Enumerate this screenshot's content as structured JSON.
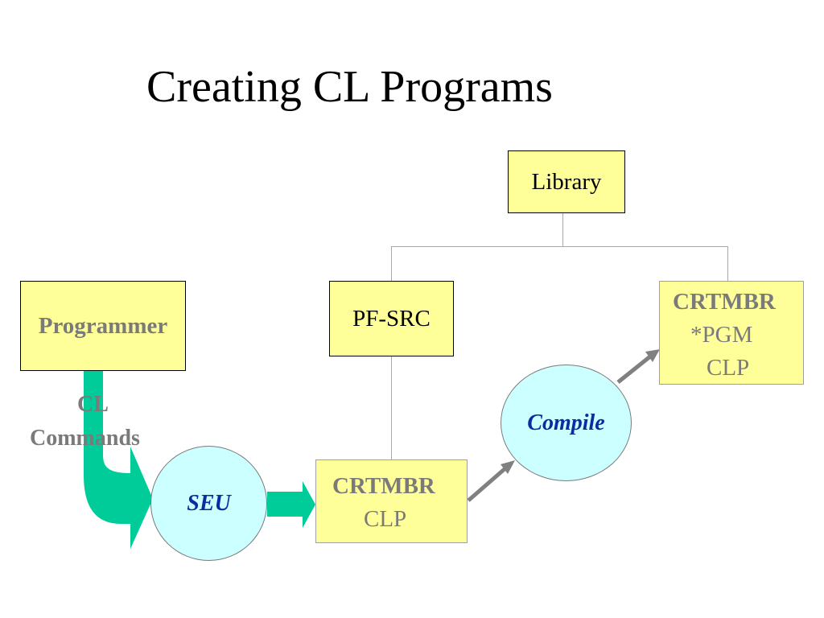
{
  "title": "Creating CL Programs",
  "nodes": {
    "library": "Library",
    "programmer": "Programmer",
    "pf_src": "PF-SRC",
    "seu": "SEU",
    "compile": "Compile",
    "crtmbr_src": {
      "line1": "CRTMBR",
      "line2": "CLP"
    },
    "crtmbr_pgm": {
      "line1": "CRTMBR",
      "line2": "*PGM",
      "line3": "CLP"
    }
  },
  "annotations": {
    "cl_commands": {
      "line1": "CL",
      "line2": "Commands"
    }
  },
  "colors": {
    "box_fill": "#ffff99",
    "circle_fill": "#ccffff",
    "arrow_green": "#00cc99",
    "arrow_grey": "#808080",
    "circle_text": "#0b2ca0",
    "grey_text": "#7a7a7a"
  }
}
